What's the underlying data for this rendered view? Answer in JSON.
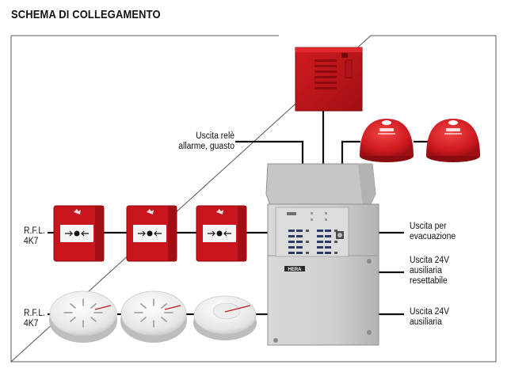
{
  "title": "SCHEMA DI COLLEGAMENTO",
  "labels": {
    "relay_output": [
      "Uscita relè",
      "allarme, guasto"
    ],
    "rfl_top": [
      "R.F.L.",
      "4K7"
    ],
    "rfl_bottom": [
      "R.F.L.",
      "4K7"
    ],
    "evacuation_output": [
      "Uscita per",
      "evacuazione"
    ],
    "aux_resettable": [
      "Uscita 24V",
      "ausiliaria",
      "resettabile"
    ],
    "aux_output": [
      "Uscita 24V",
      "ausiliaria"
    ]
  },
  "panel": {
    "brand": "HERA"
  },
  "colors": {
    "device_red": "#c8141c",
    "panel_grey": "#c9c9c9",
    "wire": "#111111"
  }
}
